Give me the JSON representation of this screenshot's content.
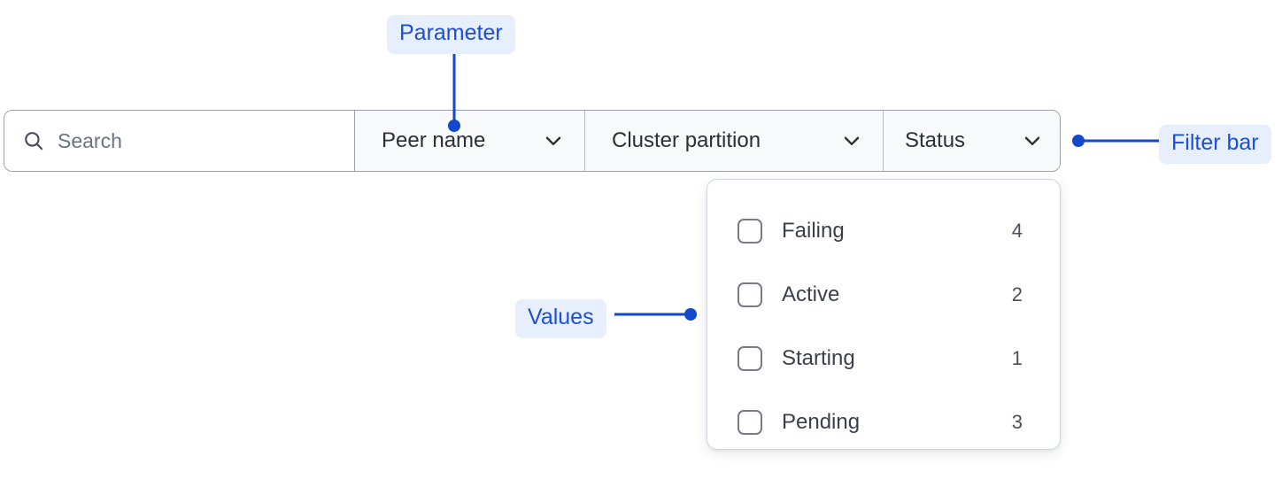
{
  "filter_bar": {
    "search": {
      "placeholder": "Search",
      "value": "",
      "icon": "search-icon"
    },
    "filters": [
      {
        "label": "Peer name",
        "icon": "chevron-down-icon",
        "expanded": false
      },
      {
        "label": "Cluster partition",
        "icon": "chevron-down-icon",
        "expanded": false
      },
      {
        "label": "Status",
        "icon": "chevron-down-icon",
        "expanded": true
      }
    ]
  },
  "status_dropdown": {
    "options": [
      {
        "label": "Failing",
        "count": "4",
        "checked": false
      },
      {
        "label": "Active",
        "count": "2",
        "checked": false
      },
      {
        "label": "Starting",
        "count": "1",
        "checked": false
      },
      {
        "label": "Pending",
        "count": "3",
        "checked": false
      }
    ]
  },
  "annotations": [
    {
      "id": "parameter",
      "label": "Parameter"
    },
    {
      "id": "filter_bar",
      "label": "Filter bar"
    },
    {
      "id": "values",
      "label": "Values"
    }
  ],
  "colors": {
    "annotation_text": "#1a4fd6",
    "annotation_pill_bg": "#e8effc",
    "annotation_line": "#1348cc",
    "bar_border": "#9ca0ad",
    "bar_bg": "#f8f9fa",
    "search_bg": "#ffffff",
    "text_primary": "#2b2f36",
    "text_placeholder": "#6b7280",
    "checkbox_border": "#767c8a",
    "dropdown_border": "#d3d6de"
  }
}
